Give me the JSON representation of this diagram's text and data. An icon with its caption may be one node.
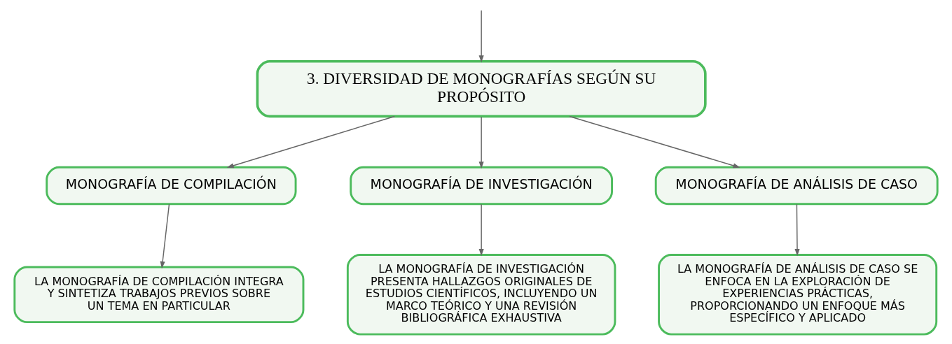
{
  "diagram": {
    "nodes": [
      {
        "text": [
          "3. DIVERSIDAD DE MONOGRAFÍAS SEGÚN SU PROPÓSITO"
        ]
      },
      {
        "text": [
          "MONOGRAFÍA DE COMPILACIÓN"
        ]
      },
      {
        "text": [
          "MONOGRAFÍA DE INVESTIGACIÓN"
        ]
      },
      {
        "text": [
          "MONOGRAFÍA DE ANÁLISIS DE CASO"
        ]
      },
      {
        "text": [
          "LA MONOGRAFÍA DE COMPILACIÓN INTEGRA Y SINTETIZA TRABAJOS PREVIOS SOBRE UN TEMA EN PARTICULAR"
        ]
      },
      {
        "text": [
          "LA MONOGRAFÍA DE INVESTIGACIÓN PRESENTA HALLAZGOS ORIGINALES DE ESTUDIOS CIENTÍFICOS, INCLUYENDO UN MARCO TEÓRICO Y UNA REVISIÓN BIBLIOGRÁFICA EXHAUSTIVA"
        ]
      },
      {
        "text": [
          "LA MONOGRAFÍA DE ANÁLISIS DE CASO SE ENFOCA EN LA EXPLORACIÓN DE EXPERIENCIAS PRÁCTICAS, PROPORCIONANDO UN ENFOQUE MÁS ESPECÍFICO Y APLICADO"
        ]
      }
    ],
    "edges": [
      {
        "from": null,
        "to": 0,
        "arrow": "to"
      },
      {
        "from": 0,
        "to": 1,
        "arrow": "to"
      },
      {
        "from": 0,
        "to": 2,
        "arrow": "to"
      },
      {
        "from": 0,
        "to": 3,
        "arrow": "to"
      },
      {
        "from": 1,
        "to": 4,
        "arrow": "to"
      },
      {
        "from": 2,
        "to": 5,
        "arrow": "to"
      },
      {
        "from": 3,
        "to": 6,
        "arrow": "to"
      }
    ]
  }
}
